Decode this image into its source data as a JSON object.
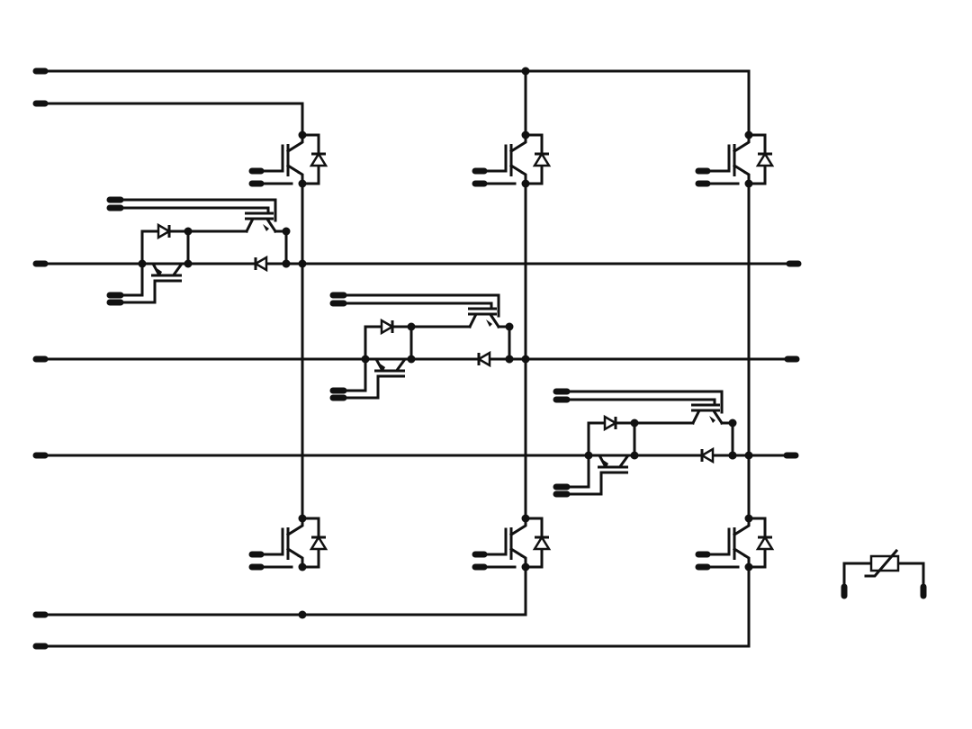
{
  "diagram": {
    "kind": "power-module-schematic",
    "background": "#ffffff",
    "line_color": "#111111",
    "components": {
      "igbt_half_bridge_switches": 6,
      "neutral_point_clamp_switches": 3,
      "ntc_thermistor": 1
    },
    "labels": []
  }
}
